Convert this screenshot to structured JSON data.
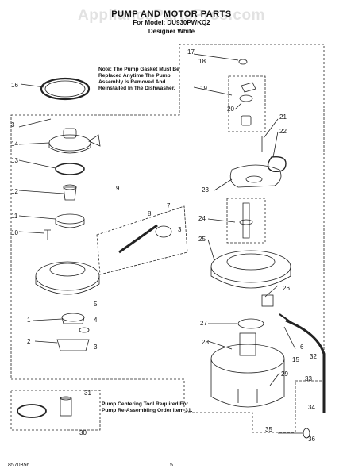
{
  "watermark": "AppliancePartsPros.com",
  "header": {
    "title": "PUMP AND MOTOR PARTS",
    "model": "For Model: DU930PWKQ2",
    "color": "Designer White"
  },
  "notes": {
    "gasket": "Note: The Pump Gasket Must Be Replaced Anytime The Pump Assembly Is Removed And Reinstalled In The Dishwasher.",
    "tool": "Pump Centering Tool Required For Pump Re-Assembling Order Item 31."
  },
  "callouts": [
    "1",
    "2",
    "3",
    "3",
    "3",
    "4",
    "5",
    "6",
    "7",
    "8",
    "9",
    "10",
    "11",
    "12",
    "13",
    "14",
    "15",
    "16",
    "17",
    "18",
    "19",
    "20",
    "21",
    "22",
    "23",
    "24",
    "25",
    "26",
    "27",
    "28",
    "29",
    "30",
    "31",
    "32",
    "33",
    "34",
    "35",
    "36"
  ],
  "footer": {
    "doc_number": "8570356",
    "page_number": "5"
  }
}
